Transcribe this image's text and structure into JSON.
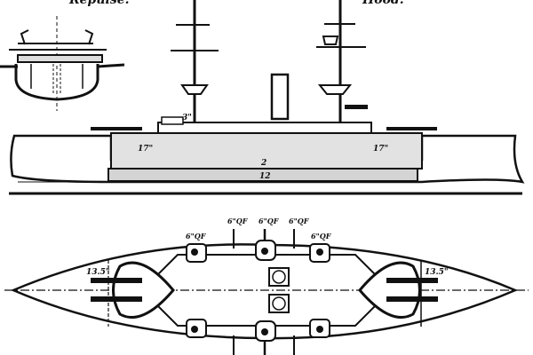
{
  "titles": {
    "left": "Repulse.",
    "right": "Hood."
  },
  "side_view": {
    "labels": {
      "small_gun": "3\"",
      "barbette_fore": "17\"",
      "barbette_aft": "17\"",
      "belt_upper": "2",
      "belt_lower": "12"
    }
  },
  "plan_view": {
    "labels": {
      "qf_guns": [
        "6\"QF",
        "6\"QF",
        "6\"QF",
        "6\"QF",
        "6\"QF"
      ],
      "main_gun_left": "13.5\"",
      "main_gun_right": "13.5\""
    }
  },
  "colors": {
    "ink": "#111111",
    "paper": "#ffffff",
    "shade": "#d8d8d8"
  }
}
